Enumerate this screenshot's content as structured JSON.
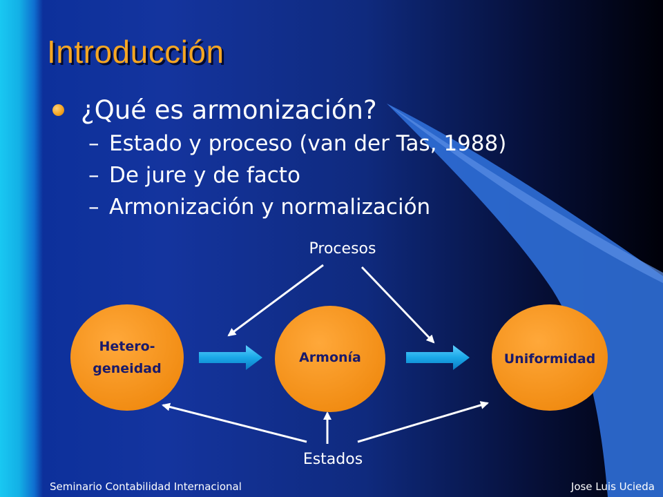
{
  "slide": {
    "title": "Introducción",
    "bullet": "¿Qué es armonización?",
    "subitems": [
      "Estado y proceso (van der Tas, 1988)",
      "De jure y de facto",
      "Armonización  y normalización"
    ],
    "dash": "–"
  },
  "diagram": {
    "top_label": "Procesos",
    "bottom_label": "Estados",
    "nodes": {
      "left": [
        "Hetero-",
        "geneidad"
      ],
      "center": "Armonía",
      "right": "Uniformidad"
    }
  },
  "footer": {
    "left": "Seminario Contabilidad Internacional",
    "right": "Jose Luis Ucieda"
  },
  "colors": {
    "title": "#f5a623",
    "node_fill": "#f7941d",
    "arrow_fill": "#1aa8e8",
    "background": "#14349e",
    "accent_bar": "#19c8f2"
  }
}
